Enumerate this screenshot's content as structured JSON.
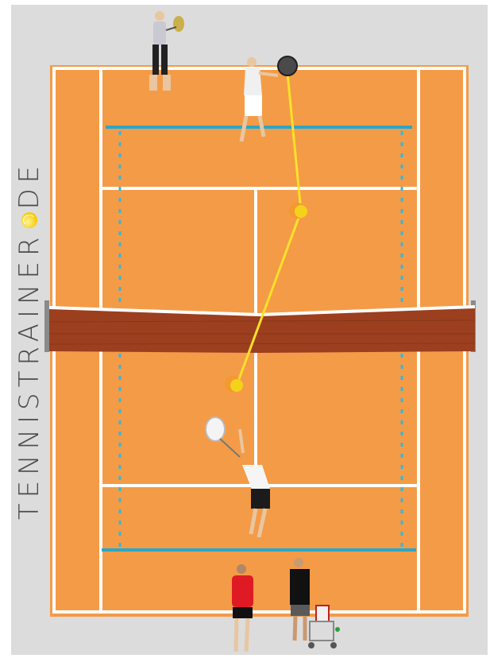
{
  "logo": {
    "prefix": "TENNISTRAINER",
    "suffix": "DE"
  },
  "colors": {
    "background": "#dcdcdc",
    "court": "#f49b47",
    "lines": "#ffffff",
    "baseline_marker": "#2aa7c9",
    "dotted_marker": "#35b7d9",
    "net": "#9b3f1f",
    "trajectory": "#ffe12a",
    "ball": "#f2b51a"
  },
  "figures": [
    {
      "name": "coach-top-left",
      "icon": "person-with-racket"
    },
    {
      "name": "player-top-volley",
      "icon": "person-volley"
    },
    {
      "name": "player-bottom-serving",
      "icon": "person-serve"
    },
    {
      "name": "girl-red-jacket",
      "icon": "person-standing"
    },
    {
      "name": "trainer-ball-cart",
      "icon": "person-with-ball-cart"
    }
  ],
  "balls": [
    {
      "name": "ball-top-bounce"
    },
    {
      "name": "ball-bottom-hit"
    }
  ]
}
